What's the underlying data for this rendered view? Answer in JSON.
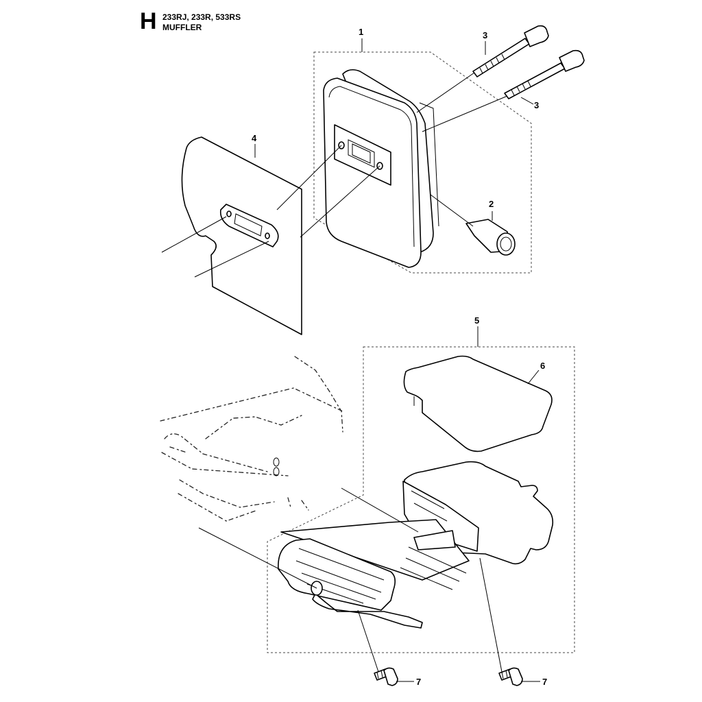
{
  "header": {
    "section_letter": "H",
    "models": "233RJ, 233R, 533RS",
    "title": "MUFFLER"
  },
  "callouts": {
    "c1": "1",
    "c2": "2",
    "c3a": "3",
    "c3b": "3",
    "c4": "4",
    "c5": "5",
    "c6": "6",
    "c7a": "7",
    "c7b": "7"
  }
}
